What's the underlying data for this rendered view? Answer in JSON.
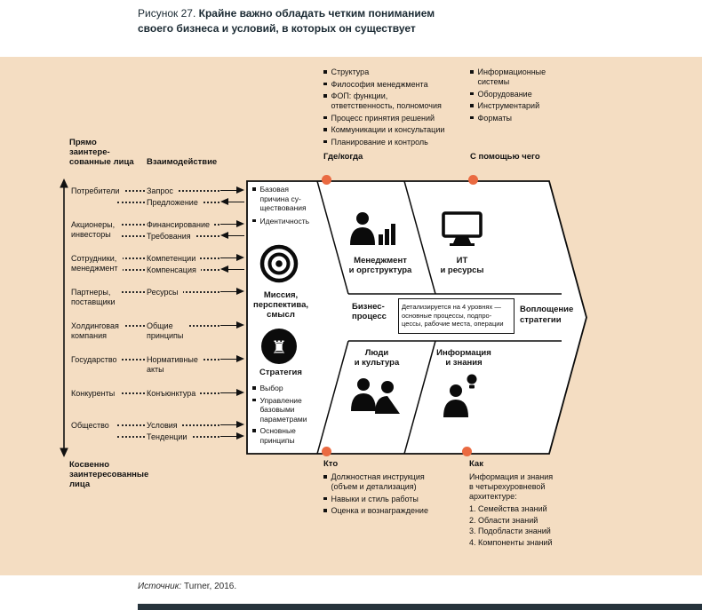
{
  "header": {
    "figure_label": "Рисунок 27.",
    "title_line1": "Крайне важно обладать четким пониманием",
    "title_line2": "своего бизнеса и условий, в которых он существует"
  },
  "colors": {
    "panel": "#f4ddc2",
    "accent": "#ea6a41",
    "ink": "#121212",
    "title_ink": "#1b2a33"
  },
  "callouts": {
    "top_left": {
      "label": "Где/когда",
      "items": [
        "Структура",
        "Философия менеджмента",
        "ФОП: функции,\nответственность, полномочия",
        "Процесс принятия решений",
        "Коммуникации и консультации",
        "Планирование и контроль"
      ]
    },
    "top_right": {
      "label": "С помощью чего",
      "items": [
        "Информационные\nсистемы",
        "Оборудование",
        "Инструментарий",
        "Форматы"
      ]
    },
    "bottom_left": {
      "label": "Кто",
      "items": [
        "Должностная инструкция\n(объем и детализация)",
        "Навыки и стиль работы",
        "Оценка и вознаграждение"
      ]
    },
    "bottom_right": {
      "label": "Как",
      "intro": "Информация и знания\nв четырехуровневой\nархитектуре:",
      "items": [
        "1. Семейства знаний",
        "2. Области знаний",
        "3. Подобласти знаний",
        "4. Компоненты знаний"
      ]
    }
  },
  "stakeholders": {
    "header_direct": "Прямо\nзаинтере-\nсованные лица",
    "header_interaction": "Взаимодействие",
    "footer_indirect": "Косвенно\nзаинтересованные\nлица",
    "rows": [
      {
        "name": "Потребители",
        "i1": "Запрос",
        "i1_dir": "in",
        "i2": "Предложение",
        "i2_dir": "out"
      },
      {
        "name": "Акционеры,\nинвесторы",
        "i1": "Финансирование",
        "i1_dir": "in",
        "i2": "Требования",
        "i2_dir": "out"
      },
      {
        "name": "Сотрудники,\nменеджмент",
        "i1": "Компетенции",
        "i1_dir": "in",
        "i2": "Компенсация",
        "i2_dir": "out"
      },
      {
        "name": "Партнеры,\nпоставщики",
        "i1": "Ресурсы",
        "i1_dir": "in"
      },
      {
        "name": "Холдинговая\nкомпания",
        "i1": "Общие\nпринципы",
        "i1_dir": "in"
      },
      {
        "name": "Государство",
        "i1": "Нормативные\nакты",
        "i1_dir": "in"
      },
      {
        "name": "Конкуренты",
        "i1": "Конъюнктура",
        "i1_dir": "in"
      },
      {
        "name": "Общество",
        "i1": "Условия",
        "i1_dir": "in",
        "i2": "Тенденции",
        "i2_dir": "in"
      }
    ]
  },
  "diagram": {
    "left_top_items": [
      "Базовая\nпричина су-\nществования",
      "Идентичность"
    ],
    "mission_label": "Миссия,\nперспектива,\nсмысл",
    "strategy_label": "Стратегия",
    "left_bottom_items": [
      "Выбор",
      "Управление\nбазовыми\nпараметрами",
      "Основные\nпринципы"
    ],
    "cell_management": "Менеджмент\nи оргструктура",
    "cell_it": "ИТ\nи ресурсы",
    "process_label": "Бизнес-\nпроцесс",
    "process_note": "Детализируется на 4 уровнях —\nосновные процессы, подпро-\nцессы, рабочие места, операции",
    "cell_people": "Люди\nи культура",
    "cell_info": "Информация\nи знания",
    "tip_label": "Воплощение\nстратегии",
    "rook_glyph": "♜"
  },
  "footer": {
    "source_label": "Источник:",
    "source_value": "Turner, 2016."
  }
}
